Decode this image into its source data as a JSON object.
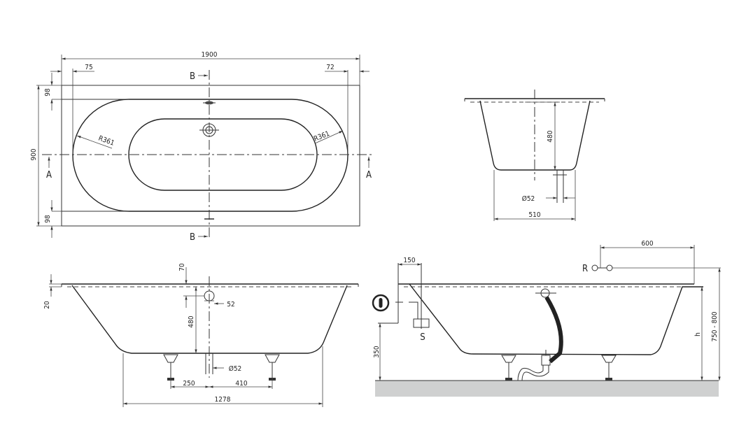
{
  "top_view": {
    "overall_length": "1900",
    "left_offset": "75",
    "right_offset": "72",
    "top_margin": "98",
    "bottom_margin": "98",
    "overall_width": "900",
    "section_a_left": "A",
    "section_a_right": "A",
    "section_b_top": "B",
    "section_b_bottom": "B",
    "radius_left": "R361",
    "radius_right": "R361"
  },
  "section_b": {
    "depth": "480",
    "drain_diameter": "Ø52",
    "bottom_width": "510"
  },
  "section_a": {
    "overflow_height": "70",
    "rim_thickness": "20",
    "depth": "480",
    "overflow_diameter": "52",
    "drain_diameter": "Ø52",
    "leg_left_distance": "250",
    "leg_right_distance": "410",
    "bottom_length": "1278"
  },
  "installation_view": {
    "supply_offset": "150",
    "tap_distance": "600",
    "tap_label": "R",
    "drain_label": "S",
    "drain_height": "350",
    "height_label": "h",
    "total_height": "750 - 800"
  },
  "colors": {
    "plan_fill": "#e8e9eb",
    "floor_fill": "#cfd0d0",
    "line": "#333333"
  }
}
